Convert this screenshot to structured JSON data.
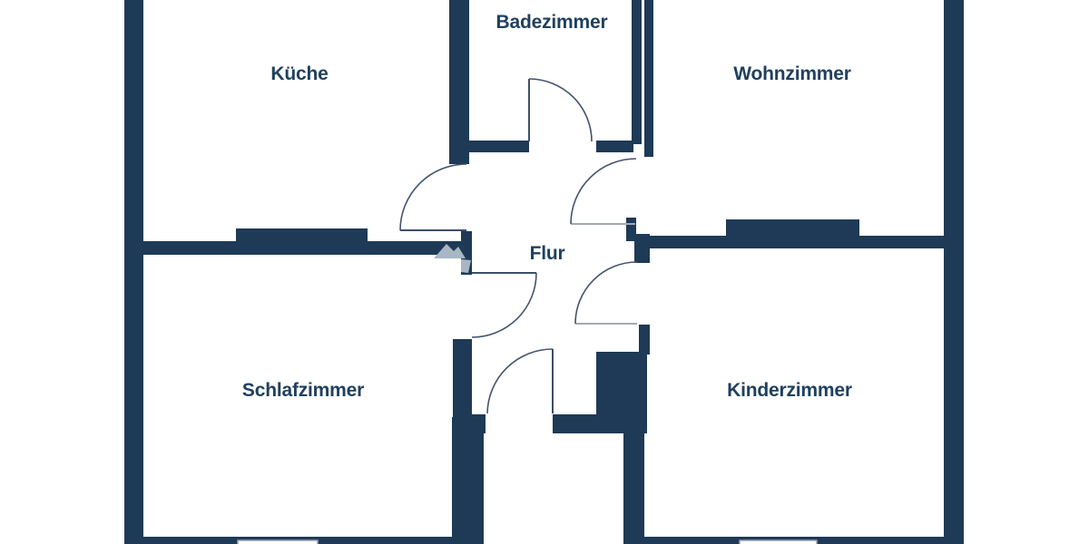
{
  "floorplan": {
    "type": "apartment-floor-plan",
    "language": "de",
    "rooms": [
      {
        "id": "kueche",
        "label": "Küche"
      },
      {
        "id": "badezimmer",
        "label": "Badezimmer"
      },
      {
        "id": "wohnzimmer",
        "label": "Wohnzimmer"
      },
      {
        "id": "flur",
        "label": "Flur"
      },
      {
        "id": "schlafzimmer",
        "label": "Schlafzimmer"
      },
      {
        "id": "kinderzimmer",
        "label": "Kinderzimmer"
      }
    ],
    "doors": [
      "kueche-door",
      "badezimmer-door",
      "wohnzimmer-door",
      "schlafzimmer-door",
      "kinderzimmer-door",
      "entrance-door"
    ],
    "colors": {
      "wall": "#1e3a57",
      "room_fill": "#ffffff",
      "door_arc": "#44536a",
      "door_leaf_dark": "#3d4f68",
      "door_leaf_light": "#a2aab4",
      "watermark": "#a9b6c3",
      "outline_box": "#98a1ab",
      "label_text": "#20405f"
    }
  }
}
